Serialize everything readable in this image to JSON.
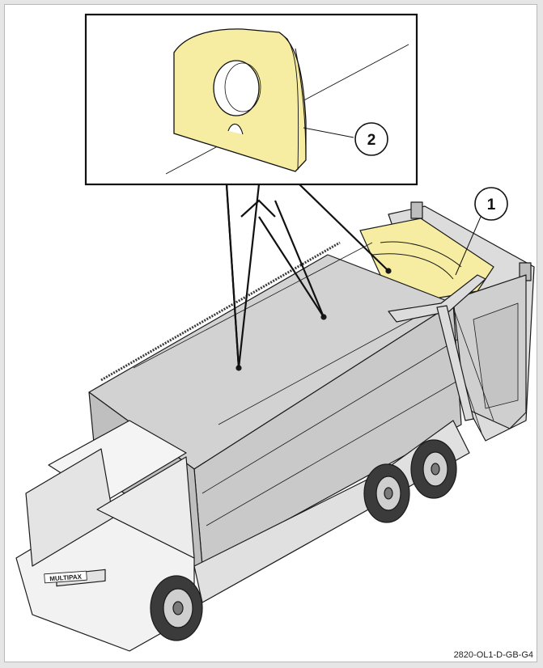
{
  "figure": {
    "code": "2820-OL1-D-GB-G4",
    "callouts": [
      {
        "label": "1",
        "part": "highlighted-rear-cover"
      },
      {
        "label": "2",
        "part": "lifting-eye-lug"
      }
    ],
    "icons": [
      "callout-circle-1",
      "callout-circle-2"
    ]
  },
  "colors": {
    "highlight": "#f6eda2",
    "body_gray": "#d6d6d6",
    "outline": "#1a1a1a",
    "background": "#e6e6e6"
  },
  "plate_text": "MULTIPAX"
}
